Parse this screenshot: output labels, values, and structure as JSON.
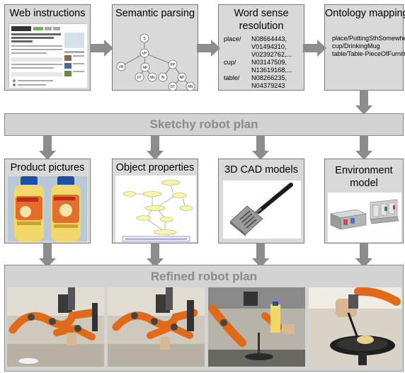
{
  "stages": {
    "web_instructions": {
      "title": "Web instructions"
    },
    "semantic_parsing": {
      "title": "Semantic parsing"
    },
    "word_sense": {
      "title_line1": "Word sense",
      "title_line2": "resolution"
    },
    "ontology_mapping": {
      "title": "Ontology mapping"
    }
  },
  "parse_tree": {
    "nodes": [
      "S",
      "VP",
      "VB",
      "NP",
      "PP",
      "DT",
      "NN",
      "IN",
      "NP",
      "DT",
      "NN"
    ]
  },
  "word_senses": [
    {
      "word": "place/",
      "senses": [
        "N08664443,",
        "V01494310,",
        "V02392762,..."
      ]
    },
    {
      "word": "cup/",
      "senses": [
        "N03147509,",
        "N13619168,..."
      ]
    },
    {
      "word": "table/",
      "senses": [
        "N08266235,",
        "N04379243"
      ]
    }
  ],
  "ontology": {
    "lines": [
      "place/PuttingSthSomewhere",
      "cup/DrinkingMug",
      "table/Table-PieceOfFurniture"
    ]
  },
  "sketchy_plan": {
    "label": "Sketchy robot plan"
  },
  "knowledge_sources": {
    "product_pictures": {
      "title": "Product pictures"
    },
    "object_properties": {
      "title": "Object properties"
    },
    "cad_models": {
      "title": "3D CAD models"
    },
    "environment_model": {
      "title_line1": "Environment",
      "title_line2": "model"
    }
  },
  "refined_plan": {
    "label": "Refined robot plan"
  },
  "colors": {
    "box_fill": "#d9d9d9",
    "arrow": "#8c8c8c",
    "band_text": "#8a8a8a",
    "robot_orange": "#e06a1a"
  }
}
